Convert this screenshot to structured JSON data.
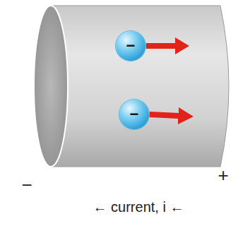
{
  "diagram": {
    "nodes": [
      {
        "text": [
          "−"
        ]
      },
      {
        "text": [
          "−"
        ]
      }
    ],
    "labels": [
      "−",
      "+",
      "← current, i ←"
    ]
  }
}
